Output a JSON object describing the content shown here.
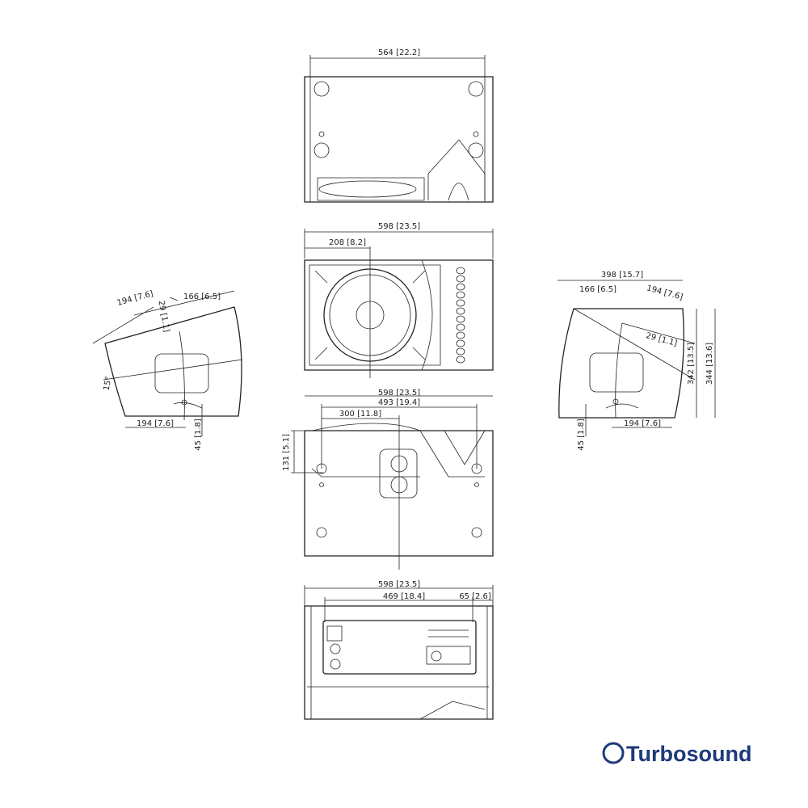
{
  "views": {
    "top": {
      "width": "564 [22.2]"
    },
    "front": {
      "width": "598 [23.5]",
      "driver_offset": "208 [8.2]"
    },
    "bottom": {
      "width": "598 [23.5]",
      "inner_width": "493 [19.4]",
      "pole_offset": "300 [11.8]",
      "pole_depth": "131 [5.1]"
    },
    "rear": {
      "width": "598 [23.5]",
      "panel_width": "469 [18.4]",
      "panel_offset": "65 [2.6]"
    },
    "left_side": {
      "top_depth": "194 [7.6]",
      "bracket": "29 [1.1]",
      "front_depth": "166 [6.5]",
      "angle": "15°",
      "base_depth": "194 [7.6]",
      "foot_height": "45 [1.8]"
    },
    "right_side": {
      "total_depth": "398 [15.7]",
      "front_depth": "166 [6.5]",
      "top_depth": "194 [7.6]",
      "bracket": "29 [1.1]",
      "height_a": "342 [13.5]",
      "height_b": "344 [13.6]",
      "base_depth": "194 [7.6]",
      "foot_height": "45 [1.8]"
    }
  },
  "brand": {
    "name": "Turbosound",
    "color": "#1d3a7a"
  }
}
